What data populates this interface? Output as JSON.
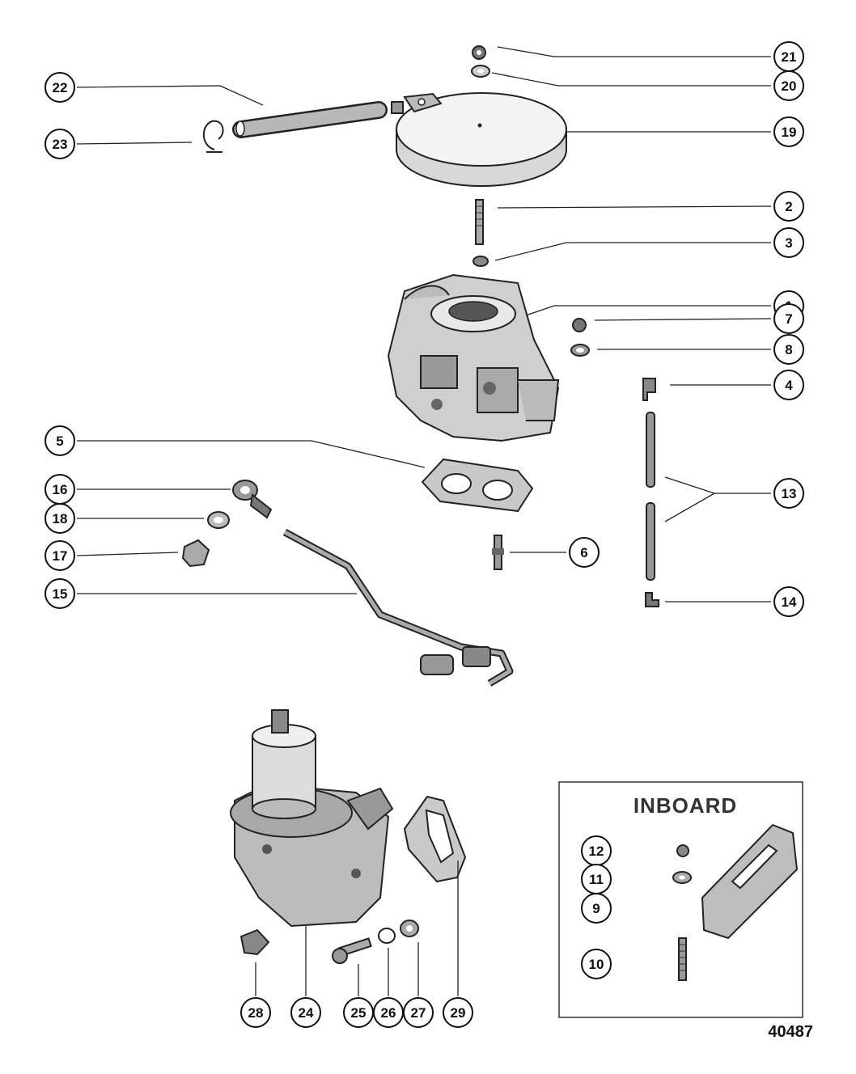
{
  "diagram": {
    "figure_number": "40487",
    "inset_title": "INBOARD",
    "callouts": [
      "21",
      "20",
      "22",
      "23",
      "19",
      "2",
      "3",
      "1",
      "7",
      "8",
      "4",
      "5",
      "16",
      "13",
      "18",
      "17",
      "6",
      "15",
      "14",
      "12",
      "11",
      "9",
      "10",
      "28",
      "24",
      "25",
      "26",
      "27",
      "29"
    ]
  }
}
